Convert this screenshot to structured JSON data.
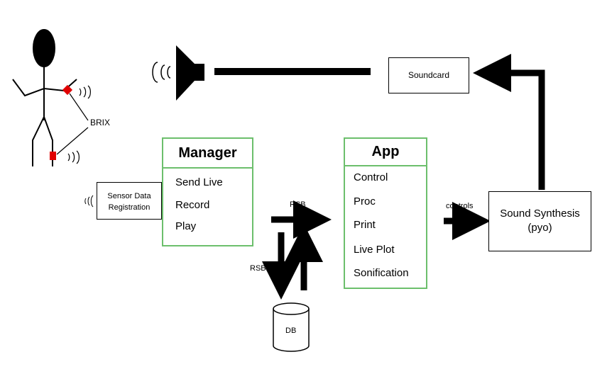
{
  "sensors": {
    "label": "BRIX"
  },
  "registration": {
    "line1": "Sensor Data",
    "line2": "Registration"
  },
  "manager": {
    "title": "Manager",
    "items": [
      "Send Live",
      "Record",
      "Play"
    ]
  },
  "app": {
    "title": "App",
    "items": [
      "Control",
      "Proc",
      "Print",
      "Live Plot",
      "Sonification"
    ]
  },
  "soundcard": {
    "label": "Soundcard"
  },
  "synth": {
    "line1": "Sound Synthesis",
    "line2": "(pyo)"
  },
  "db": {
    "label": "DB"
  },
  "edges": {
    "rsb": "RSB",
    "rsbag": "RSBag",
    "controls": "controls"
  },
  "colors": {
    "module_border": "#6cbf6c",
    "sensor_marker": "#e00000",
    "line": "#000000"
  }
}
